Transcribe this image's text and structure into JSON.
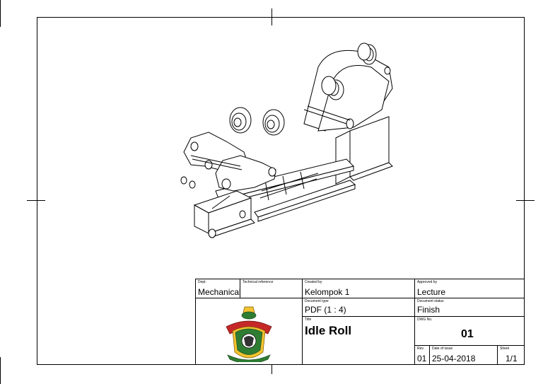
{
  "title_block": {
    "dept": {
      "label": "Dept.",
      "value": "Mechanical"
    },
    "technical_reference": {
      "label": "Technical reference",
      "value": ""
    },
    "created_by": {
      "label": "Created by",
      "value": "Kelompok 1"
    },
    "approved_by": {
      "label": "Approved by",
      "value": "Lecture"
    },
    "document_type": {
      "label": "Document type",
      "value": "PDF (1 : 4)"
    },
    "document_status": {
      "label": "Document status",
      "value": "Finish"
    },
    "title": {
      "label": "Title",
      "value": "Idle Roll"
    },
    "dwg_no": {
      "label": "DWG No.",
      "value": "01"
    },
    "rev": {
      "label": "Rev.",
      "value": "01"
    },
    "date_of_issue": {
      "label": "Date of issue",
      "value": "25-04-2018"
    },
    "sheet": {
      "label": "Sheet",
      "value": "1/1"
    }
  },
  "colors": {
    "line": "#000000",
    "logo_green": "#2e7d32",
    "logo_red": "#c62828",
    "logo_gold": "#f2c230"
  }
}
